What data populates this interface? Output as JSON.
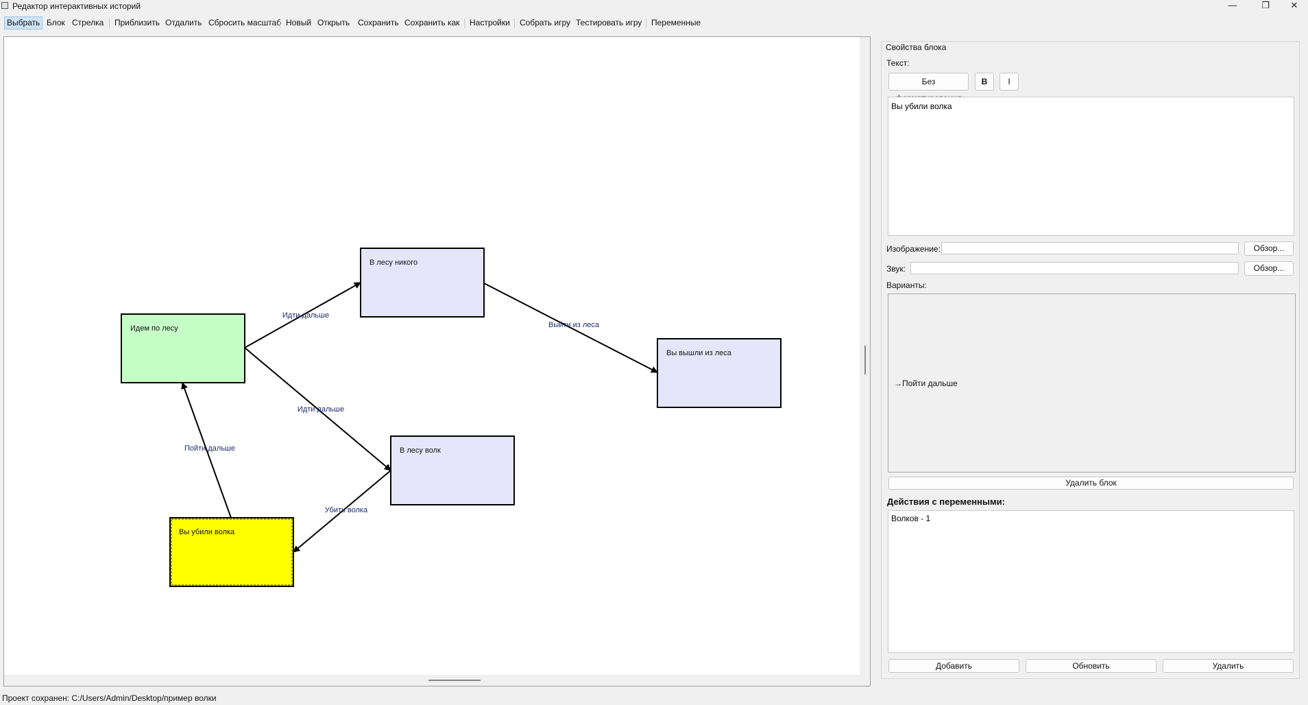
{
  "window": {
    "title": "Редактор интерактивных историй",
    "minimize": "—",
    "restore": "❐",
    "close": "✕"
  },
  "toolbar": {
    "select": "Выбрать",
    "block": "Блок",
    "arrow": "Стрелка",
    "zoom_in": "Приблизить",
    "zoom_out": "Отдалить",
    "reset_zoom": "Сбросить масштаб",
    "new": "Новый",
    "open": "Открыть",
    "save": "Сохранить",
    "save_as": "Сохранить как",
    "settings": "Настройки",
    "build_game": "Собрать игру",
    "test_game": "Тестировать игру",
    "variables": "Переменные"
  },
  "graph": {
    "nodes": [
      {
        "id": "n1",
        "text": "Идем по лесу",
        "fill": "#c6ffc6",
        "selected": false
      },
      {
        "id": "n2",
        "text": "В лесу никого",
        "fill": "#e6e6fa",
        "selected": false
      },
      {
        "id": "n3",
        "text": "Вы вышли из леса",
        "fill": "#e6e6fa",
        "selected": false
      },
      {
        "id": "n4",
        "text": "В лесу волк",
        "fill": "#e6e6fa",
        "selected": false
      },
      {
        "id": "n5",
        "text": "Вы убили волка",
        "fill": "#ffff00",
        "selected": true
      }
    ],
    "edges": [
      {
        "from": "n1",
        "to": "n2",
        "label": "Идти дальше"
      },
      {
        "from": "n2",
        "to": "n3",
        "label": "Выйти из леса"
      },
      {
        "from": "n1",
        "to": "n4",
        "label": "Идти дальше"
      },
      {
        "from": "n4",
        "to": "n5",
        "label": "Убить волка"
      },
      {
        "from": "n5",
        "to": "n1",
        "label": "Пойти дальше"
      }
    ]
  },
  "props": {
    "group_title": "Свойства блока",
    "text_label": "Текст:",
    "plain_format": "Без форматирования",
    "bold": "B",
    "italic": "I",
    "text_value": "Вы убили волка",
    "image_label": "Изображение:",
    "image_value": "",
    "browse_image": "Обзор...",
    "sound_label": "Звук:",
    "sound_value": "",
    "browse_sound": "Обзор...",
    "variants_label": "Варианты:",
    "variant_item": "→Пойти дальше",
    "delete_block": "Удалить блок",
    "var_actions_title": "Действия с переменными:",
    "var_action_item": "Волков - 1",
    "add": "Добавить",
    "update": "Обновить",
    "delete": "Удалить"
  },
  "status": {
    "text": "Проект сохранен: C:/Users/Admin/Desktop/пример волки"
  }
}
